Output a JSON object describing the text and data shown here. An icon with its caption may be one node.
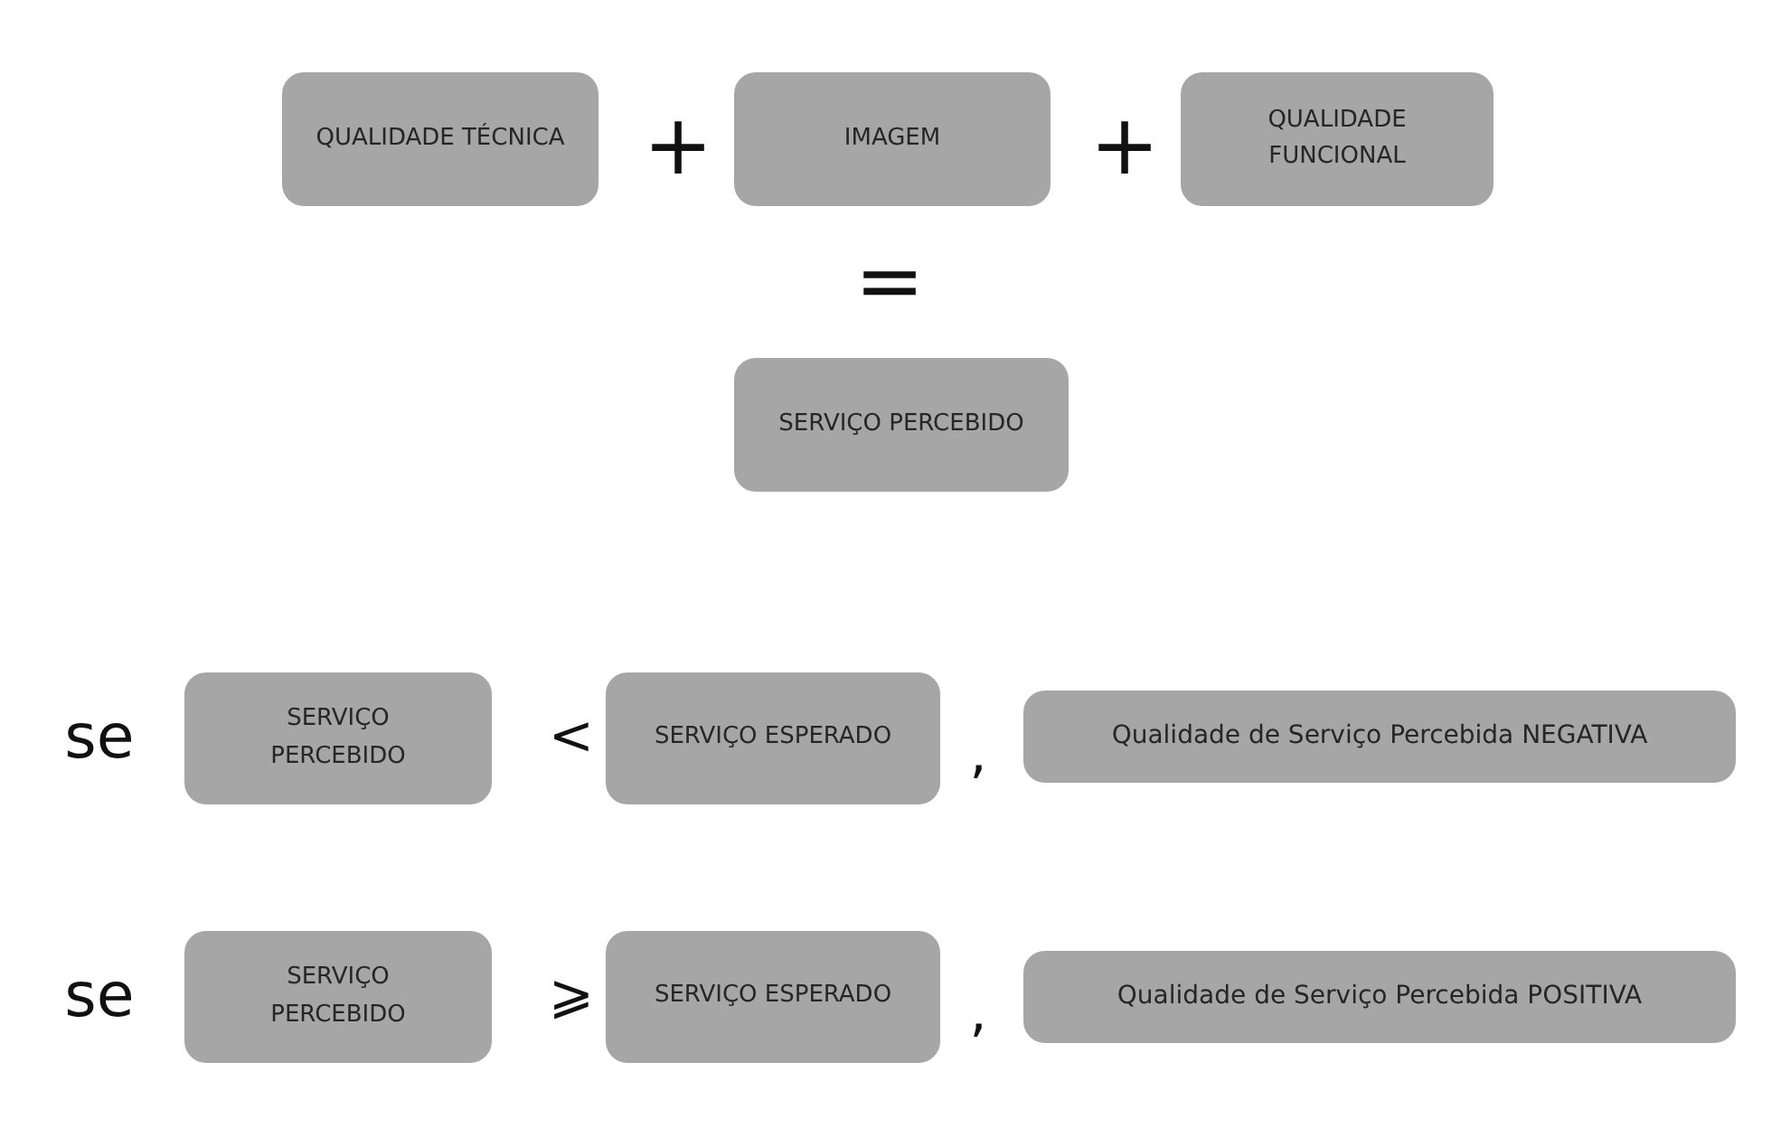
{
  "diagram": {
    "nodes": [
      {
        "text": [
          "QUALIDADE TÉCNICA"
        ]
      },
      {
        "text": [
          "IMAGEM"
        ]
      },
      {
        "text": [
          "QUALIDADE FUNCIONAL"
        ]
      },
      {
        "text": [
          "SERVIÇO PERCEBIDO"
        ]
      },
      {
        "text": [
          "SERVIÇO PERCEBIDO"
        ]
      },
      {
        "text": [
          "SERVIÇO ESPERADO"
        ]
      },
      {
        "text": [
          "Qualidade de Serviço Percebida NEGATIVA"
        ]
      },
      {
        "text": [
          "SERVIÇO PERCEBIDO"
        ]
      },
      {
        "text": [
          "SERVIÇO ESPERADO"
        ]
      },
      {
        "text": [
          "Qualidade de Serviço Percebida POSITIVA"
        ]
      }
    ],
    "labels": [
      "+",
      "+",
      "=",
      "se",
      "<",
      ",",
      "se",
      "⩾",
      ","
    ]
  }
}
